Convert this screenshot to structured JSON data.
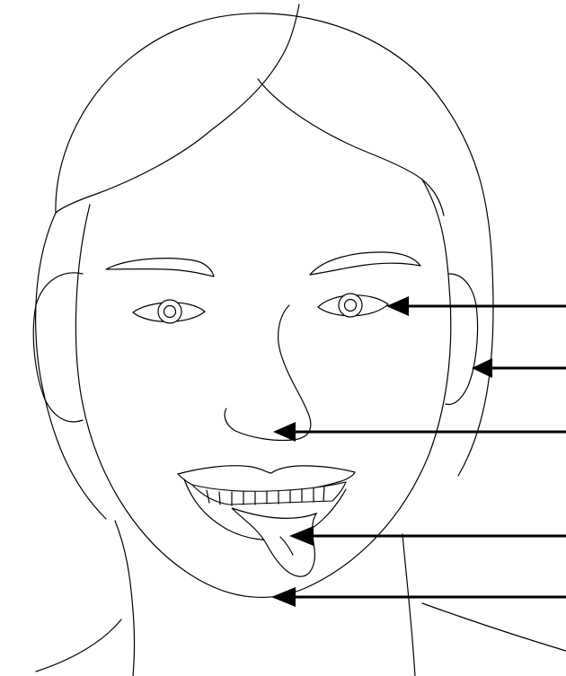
{
  "diagram": {
    "subject": "face",
    "parts": [
      {
        "id": "eye"
      },
      {
        "id": "ear"
      },
      {
        "id": "nose"
      },
      {
        "id": "tongue"
      },
      {
        "id": "chin"
      }
    ],
    "pointer_color": "#000000",
    "line_color": "#000000",
    "background": "#ffffff"
  }
}
